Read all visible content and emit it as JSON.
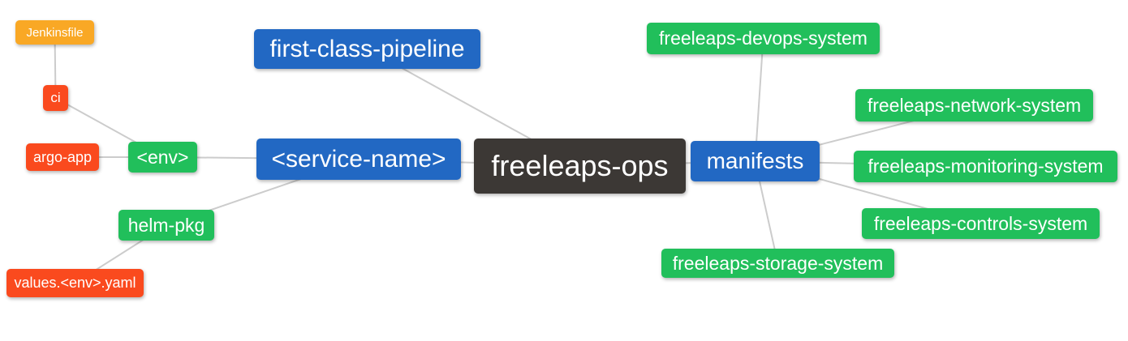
{
  "app": {
    "type": "mindmap-diagram",
    "background_color": "#ffffff",
    "edge_color": "#cccccc",
    "text_color": "#ffffff"
  },
  "palette": {
    "root": "#3c3835",
    "level1": "#2268c3",
    "level2": "#21bf5b",
    "level3": "#fa4a1e",
    "level4": "#f9a825"
  },
  "mindmap": {
    "root_label": "freeleaps-ops",
    "nodes": [
      {
        "id": "jenkinsfile",
        "label": "Jenkinsfile",
        "level": 4,
        "color": "#f9a825"
      },
      {
        "id": "ci",
        "label": "ci",
        "level": 3,
        "color": "#fa4a1e"
      },
      {
        "id": "argo-app",
        "label": "argo-app",
        "level": 3,
        "color": "#fa4a1e"
      },
      {
        "id": "env",
        "label": "<env>",
        "level": 2,
        "color": "#21bf5b"
      },
      {
        "id": "helm-pkg",
        "label": "helm-pkg",
        "level": 2,
        "color": "#21bf5b"
      },
      {
        "id": "values-env-yaml",
        "label": "values.<env>.yaml",
        "level": 3,
        "color": "#fa4a1e"
      },
      {
        "id": "first-class-pipeline",
        "label": "first-class-pipeline",
        "level": 1,
        "color": "#2268c3"
      },
      {
        "id": "service-name",
        "label": "<service-name>",
        "level": 1,
        "color": "#2268c3"
      },
      {
        "id": "freeleaps-ops",
        "label": "freeleaps-ops",
        "level": 0,
        "color": "#3c3835"
      },
      {
        "id": "manifests",
        "label": "manifests",
        "level": 1,
        "color": "#2268c3"
      },
      {
        "id": "devops-system",
        "label": "freeleaps-devops-system",
        "level": 2,
        "color": "#21bf5b"
      },
      {
        "id": "network-system",
        "label": "freeleaps-network-system",
        "level": 2,
        "color": "#21bf5b"
      },
      {
        "id": "monitoring-system",
        "label": "freeleaps-monitoring-system",
        "level": 2,
        "color": "#21bf5b"
      },
      {
        "id": "controls-system",
        "label": "freeleaps-controls-system",
        "level": 2,
        "color": "#21bf5b"
      },
      {
        "id": "storage-system",
        "label": "freeleaps-storage-system",
        "level": 2,
        "color": "#21bf5b"
      }
    ],
    "edges": [
      {
        "from": "jenkinsfile",
        "to": "ci"
      },
      {
        "from": "ci",
        "to": "env"
      },
      {
        "from": "argo-app",
        "to": "env"
      },
      {
        "from": "env",
        "to": "service-name"
      },
      {
        "from": "helm-pkg",
        "to": "service-name"
      },
      {
        "from": "values-env-yaml",
        "to": "helm-pkg"
      },
      {
        "from": "first-class-pipeline",
        "to": "freeleaps-ops"
      },
      {
        "from": "service-name",
        "to": "freeleaps-ops"
      },
      {
        "from": "freeleaps-ops",
        "to": "manifests"
      },
      {
        "from": "manifests",
        "to": "devops-system"
      },
      {
        "from": "manifests",
        "to": "network-system"
      },
      {
        "from": "manifests",
        "to": "monitoring-system"
      },
      {
        "from": "manifests",
        "to": "controls-system"
      },
      {
        "from": "manifests",
        "to": "storage-system"
      }
    ]
  }
}
